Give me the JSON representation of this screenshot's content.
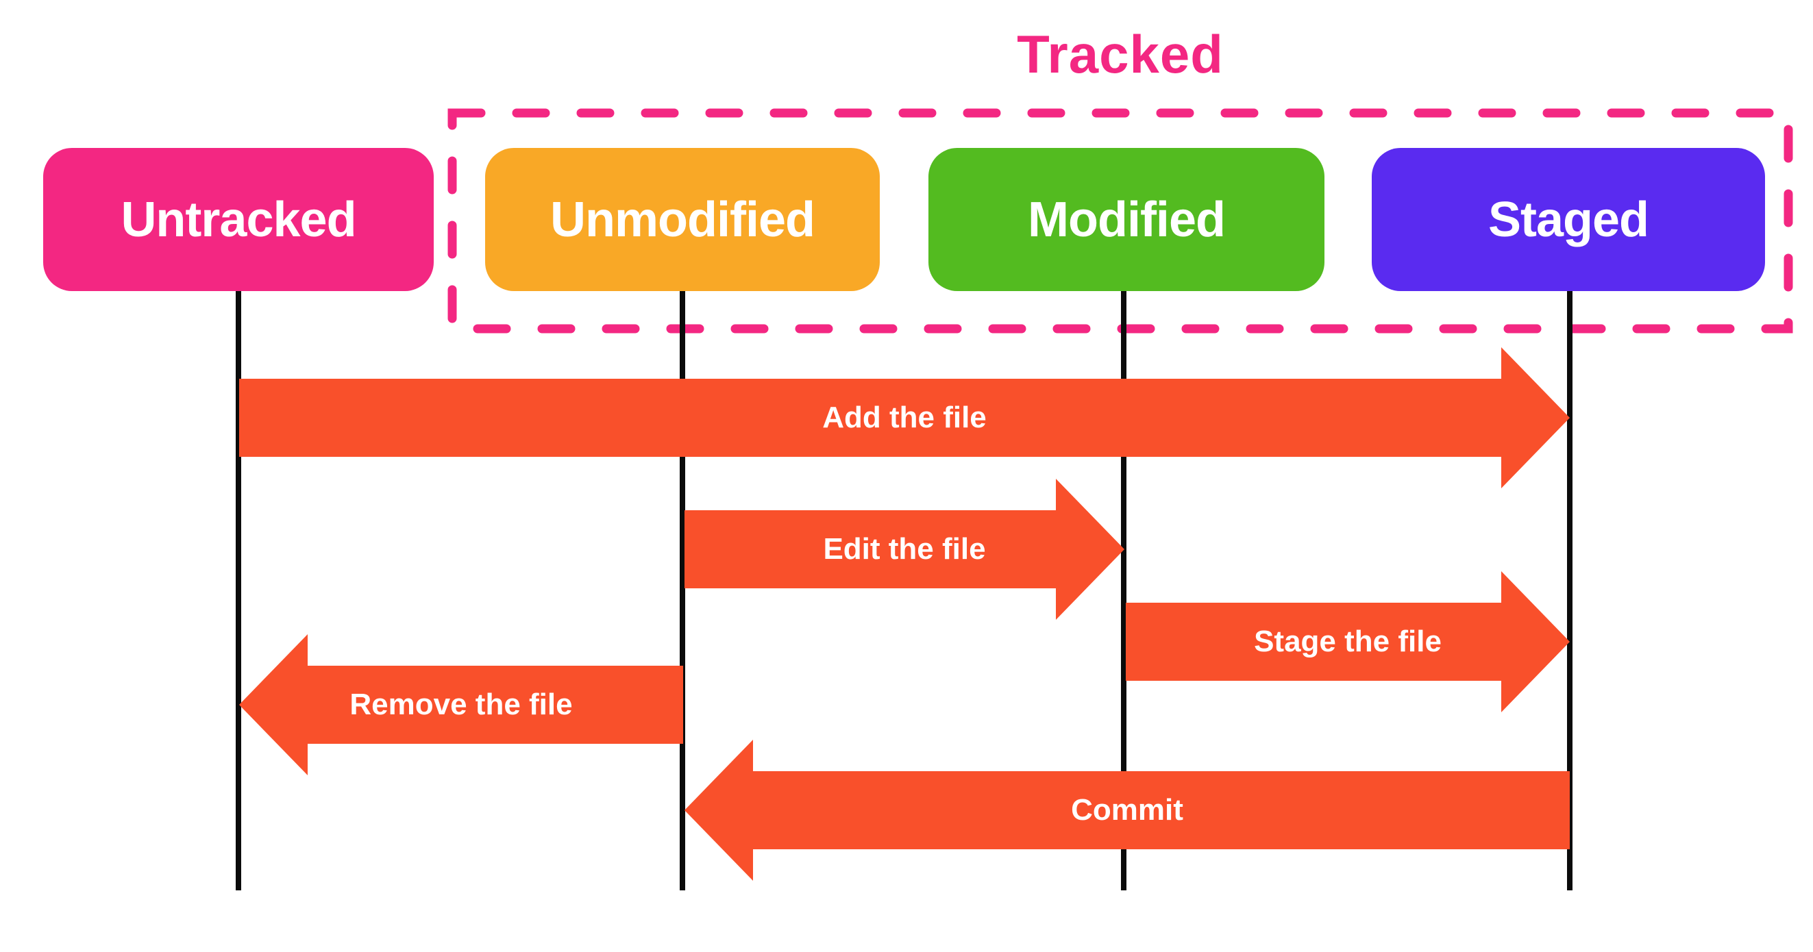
{
  "colors": {
    "accent_pink": "#F32782",
    "arrow": "#F9502B",
    "lifeline": "#0B0B0B",
    "text_on_fill": "#FFFFFF"
  },
  "tracked_region": {
    "label": "Tracked"
  },
  "states": [
    {
      "id": "untracked",
      "label": "Untracked",
      "color": "#F32782",
      "tracked": false
    },
    {
      "id": "unmodified",
      "label": "Unmodified",
      "color": "#F9A826",
      "tracked": true
    },
    {
      "id": "modified",
      "label": "Modified",
      "color": "#53BB20",
      "tracked": true
    },
    {
      "id": "staged",
      "label": "Staged",
      "color": "#5A2BF0",
      "tracked": true
    }
  ],
  "transitions": [
    {
      "id": "add-the-file",
      "label": "Add the file",
      "from": "untracked",
      "to": "staged",
      "direction": "right"
    },
    {
      "id": "edit-the-file",
      "label": "Edit the file",
      "from": "unmodified",
      "to": "modified",
      "direction": "right"
    },
    {
      "id": "stage-the-file",
      "label": "Stage the file",
      "from": "modified",
      "to": "staged",
      "direction": "right"
    },
    {
      "id": "remove-the-file",
      "label": "Remove the file",
      "from": "unmodified",
      "to": "untracked",
      "direction": "left"
    },
    {
      "id": "commit",
      "label": "Commit",
      "from": "staged",
      "to": "unmodified",
      "direction": "left"
    }
  ]
}
